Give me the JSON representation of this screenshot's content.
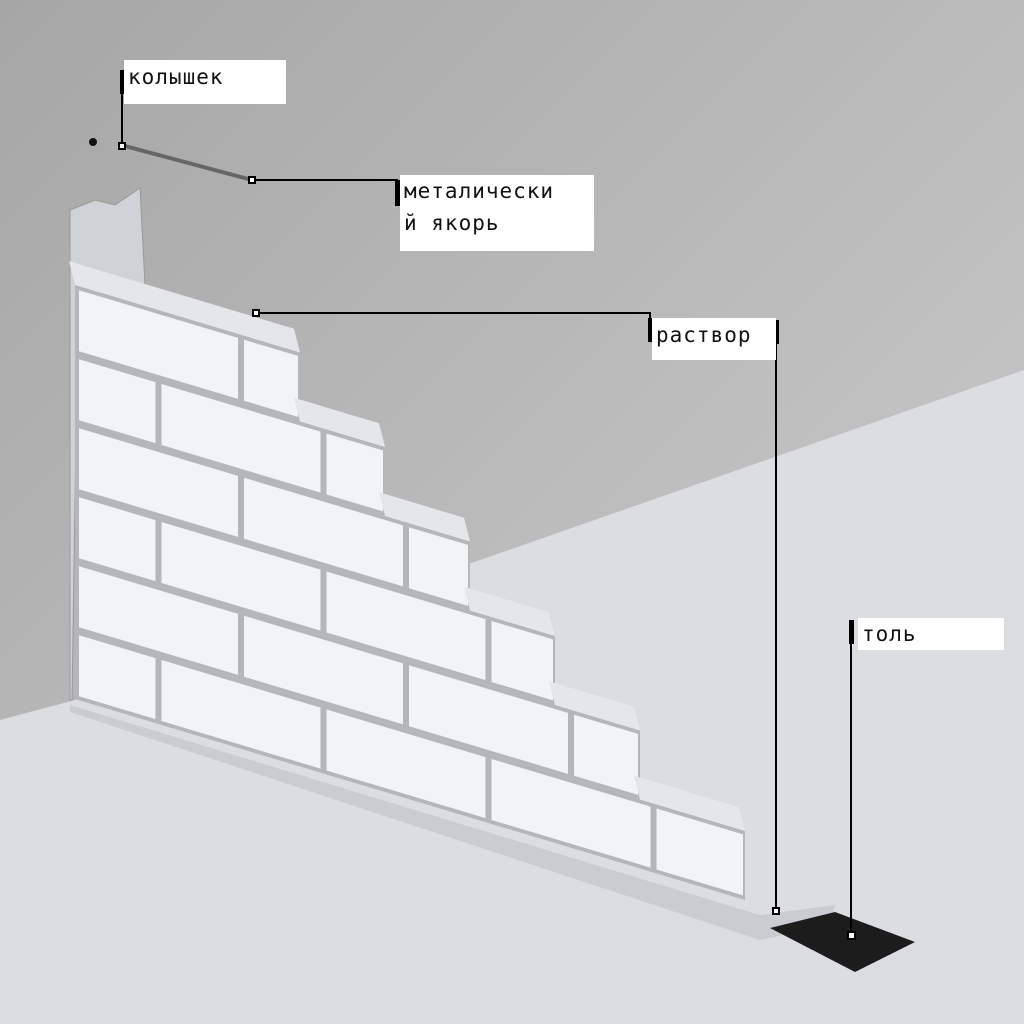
{
  "labels": {
    "peg": "колышек",
    "anchor_line1": "металически",
    "anchor_line2": "й якорь",
    "mortar": "раствор",
    "roofing_felt": "толь"
  },
  "colors": {
    "wall_top": "#a9a9a9",
    "wall_bottom": "#d2d2d2",
    "floor": "#dcdde0",
    "brick": "#f2f3f5",
    "mortar": "#b4b6b9",
    "felt": "#1c1c1c"
  }
}
